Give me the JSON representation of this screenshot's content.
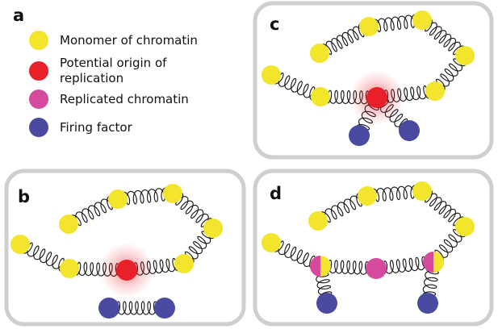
{
  "colors": {
    "monomer": "#f2e52c",
    "origin": "#e8202a",
    "replicated": "#d54a9c",
    "firing": "#4a4aa0",
    "panel_border": "#cfcfcf"
  },
  "panels": {
    "a": {
      "label": "a"
    },
    "b": {
      "label": "b"
    },
    "c": {
      "label": "c"
    },
    "d": {
      "label": "d"
    }
  },
  "legend": [
    {
      "key": "monomer",
      "lines": [
        "Monomer of chromatin"
      ]
    },
    {
      "key": "origin",
      "lines": [
        "Potential origin of",
        "replication"
      ]
    },
    {
      "key": "replicated",
      "lines": [
        "Replicated chromatin"
      ]
    },
    {
      "key": "firing",
      "lines": [
        "Firing factor"
      ]
    }
  ]
}
